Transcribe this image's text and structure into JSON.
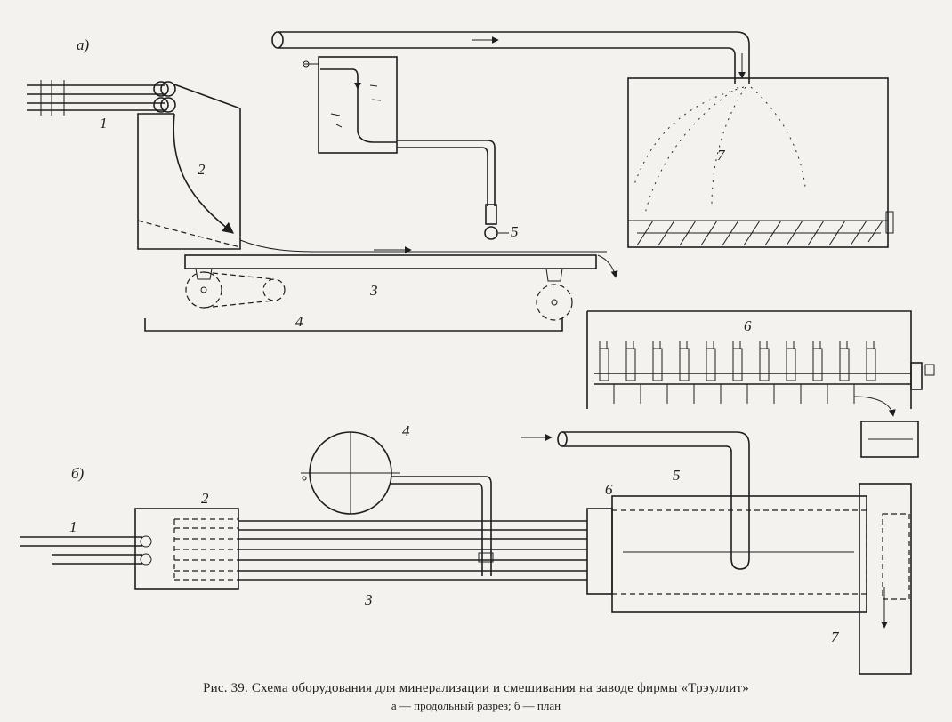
{
  "figure": {
    "part_a_label": "а)",
    "part_b_label": "б)",
    "caption_main": "Рис. 39. Схема оборудования для минерализации и смешивания на заводе фирмы «Трэуллит»",
    "caption_sub": "а — продольный разрез; б — план"
  },
  "section_a": {
    "labels": {
      "l1": "1",
      "l2": "2",
      "l3": "3",
      "l4": "4",
      "l5": "5",
      "l6": "6",
      "l7": "7"
    }
  },
  "section_b": {
    "labels": {
      "l1": "1",
      "l2": "2",
      "l3": "3",
      "l4": "4",
      "l5": "5",
      "l6": "6",
      "l7": "7"
    }
  }
}
